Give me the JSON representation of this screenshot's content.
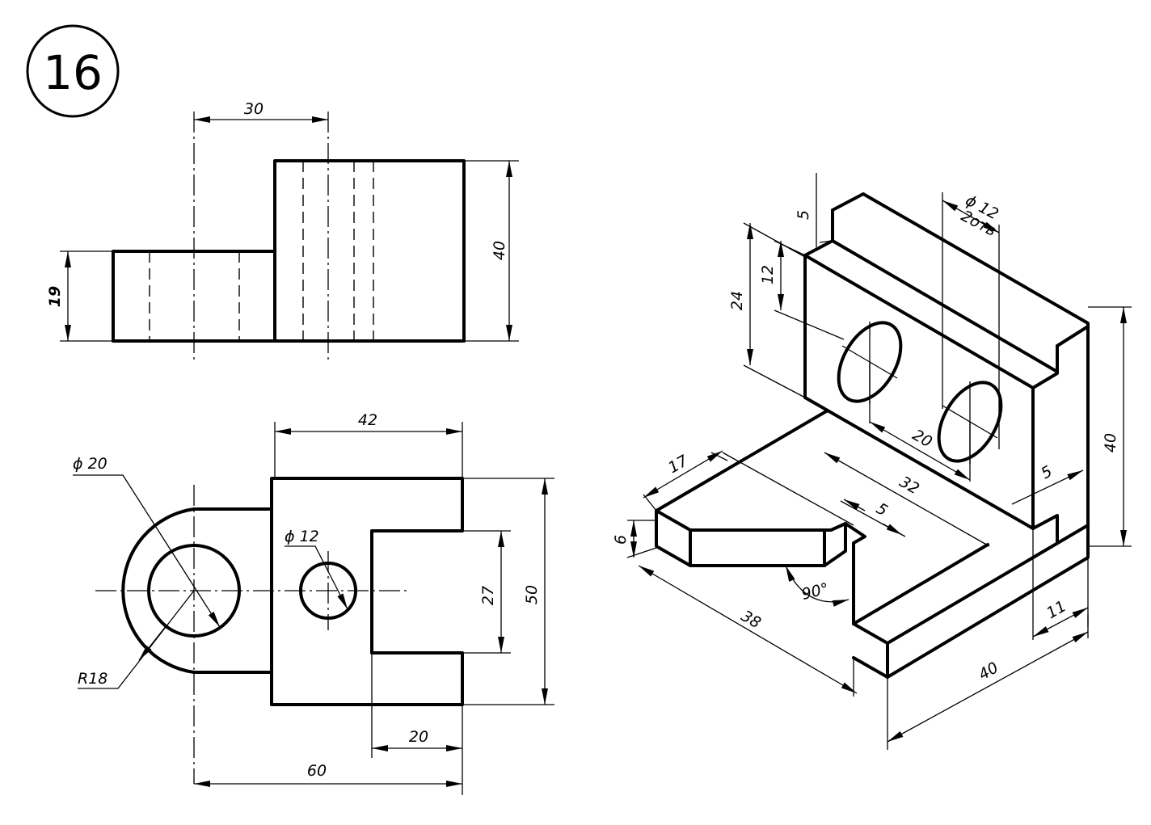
{
  "sheet_number": "16",
  "front_view": {
    "dim_width": "30",
    "dim_left_height": "19",
    "dim_total_height": "40"
  },
  "top_view": {
    "dim_block_width": "42",
    "dim_hole_large": "ϕ 20",
    "dim_hole_small": "ϕ 12",
    "dim_radius": "R18",
    "dim_slot_width": "27",
    "dim_depth": "50",
    "dim_slot_depth": "20",
    "dim_total_length": "60"
  },
  "isometric_view": {
    "dim_top_step": "5",
    "dim_hole_diameter": "ϕ 12",
    "dim_hole_count": "2отв",
    "dim_hole_height": "12",
    "dim_wall_height": "24",
    "dim_total_height": "40",
    "dim_hole_spacing": "20",
    "dim_wall_thickness": "5",
    "dim_arm_width": "17",
    "dim_arm_length": "32",
    "dim_notch": "5",
    "dim_base_height": "6",
    "dim_angle": "90°",
    "dim_base_depth": "38",
    "dim_foot": "11",
    "dim_base_width": "40"
  }
}
